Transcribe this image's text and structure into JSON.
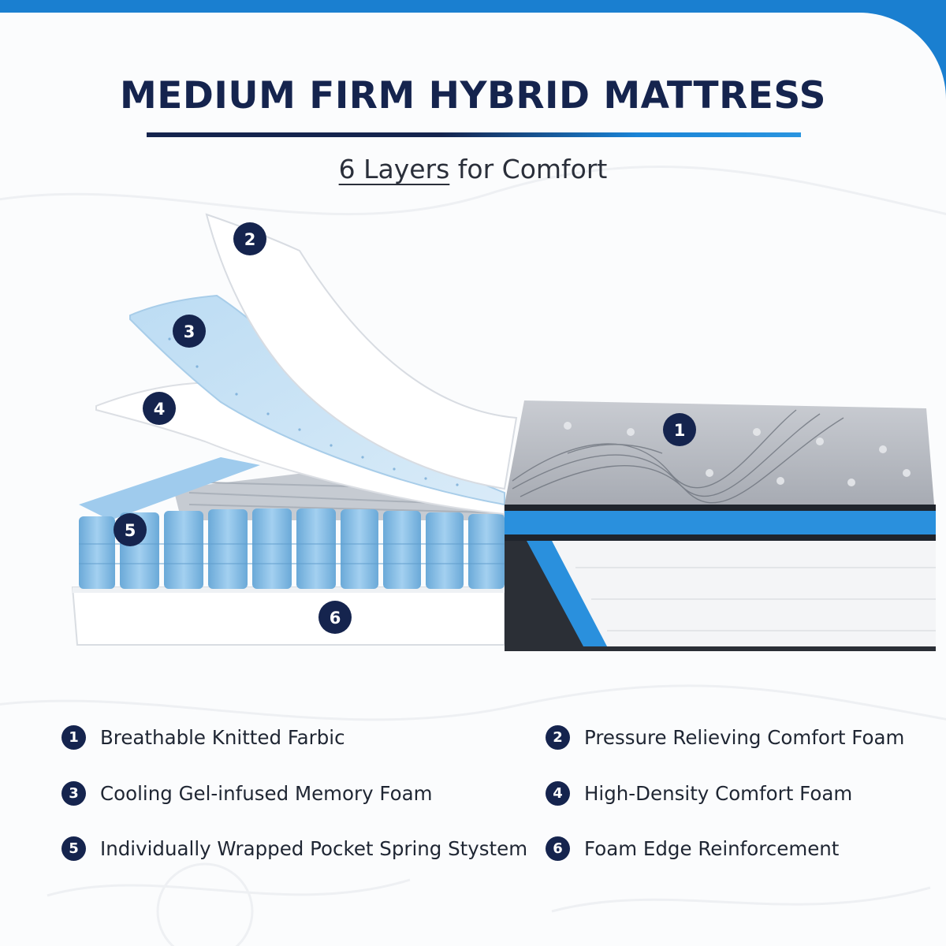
{
  "header": {
    "title": "MEDIUM FIRM HYBRID MATTRESS",
    "subtitle_emphasis": "6 Layers",
    "subtitle_rest": " for Comfort"
  },
  "colors": {
    "navy": "#15244e",
    "accent_blue": "#1a84d6",
    "gel_blue": "#8ec4ec",
    "coil_blue": "#7fb9e3",
    "frame_blue": "#1a7fd0"
  },
  "layers": [
    {
      "number": "1",
      "label": "Breathable Knitted Farbic"
    },
    {
      "number": "2",
      "label": "Pressure Relieving Comfort Foam"
    },
    {
      "number": "3",
      "label": "Cooling Gel-infused Memory Foam"
    },
    {
      "number": "4",
      "label": "High-Density Comfort Foam"
    },
    {
      "number": "5",
      "label": "Individually Wrapped Pocket Spring Stystem"
    },
    {
      "number": "6",
      "label": "Foam Edge Reinforcement"
    }
  ]
}
